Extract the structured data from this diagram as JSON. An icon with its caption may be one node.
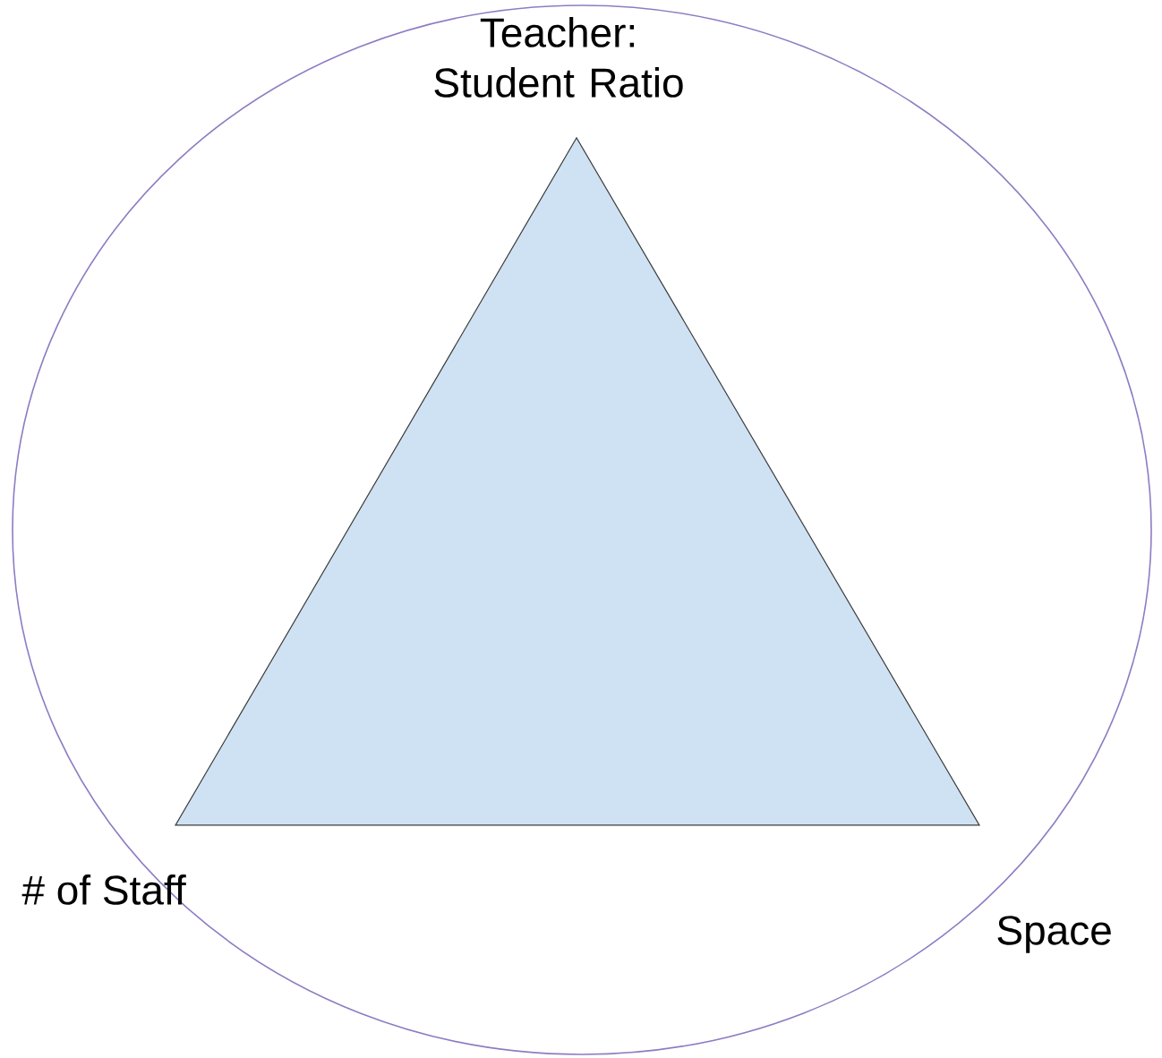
{
  "diagram": {
    "labels": [
      "Teacher: Student Ratio",
      "# of Staff",
      "Space"
    ]
  }
}
